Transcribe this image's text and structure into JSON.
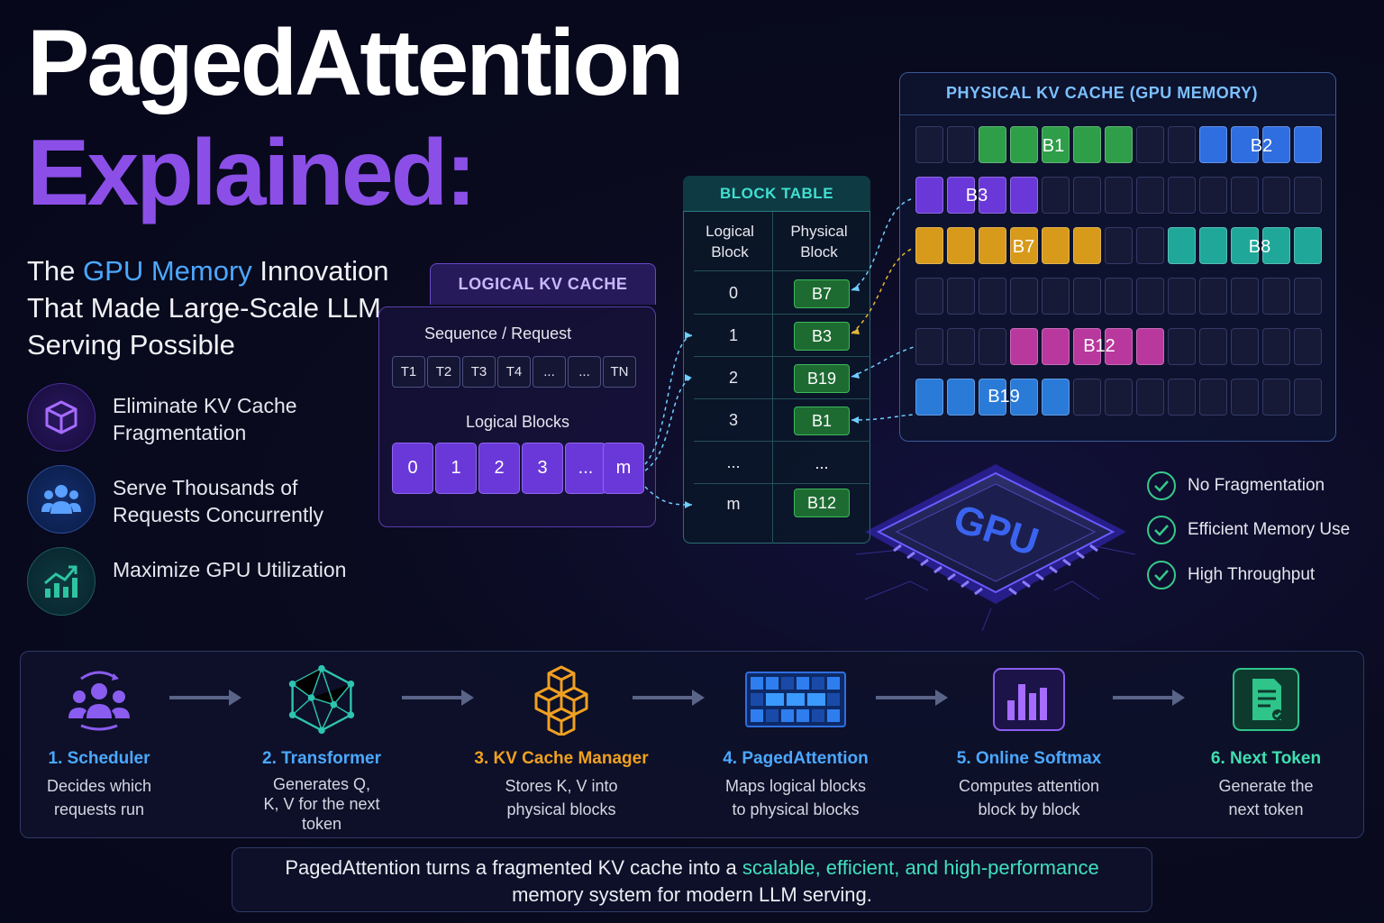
{
  "title": {
    "line1": "PagedAttention",
    "line2": "Explained:"
  },
  "subtitle": {
    "pre": "The ",
    "highlight": "GPU Memory",
    "post": " Innovation That Made Large-Scale LLM Serving Possible"
  },
  "benefits": [
    {
      "icon": "cube-icon",
      "text": "Eliminate KV Cache Fragmentation",
      "color": "#8b4fe8"
    },
    {
      "icon": "users-icon",
      "text": "Serve Thousands of Requests Concurrently",
      "color": "#3a7ee8"
    },
    {
      "icon": "growth-chart-icon",
      "text": "Maximize GPU Utilization",
      "color": "#2ec4a0"
    }
  ],
  "logical_cache": {
    "title": "LOGICAL KV CACHE",
    "sequence_label": "Sequence / Request",
    "tokens": [
      "T1",
      "T2",
      "T3",
      "T4",
      "...",
      "...",
      "TN"
    ],
    "blocks_label": "Logical Blocks",
    "blocks": [
      "0",
      "1",
      "2",
      "3",
      "...",
      "m"
    ]
  },
  "block_table": {
    "title": "BLOCK TABLE",
    "col_logical": "Logical Block",
    "col_physical": "Physical Block",
    "rows": [
      {
        "logical": "0",
        "physical": "B7"
      },
      {
        "logical": "1",
        "physical": "B3"
      },
      {
        "logical": "2",
        "physical": "B19"
      },
      {
        "logical": "3",
        "physical": "B1"
      },
      {
        "logical": "...",
        "physical": "..."
      },
      {
        "logical": "m",
        "physical": "B12"
      }
    ]
  },
  "physical_cache": {
    "title": "PHYSICAL KV CACHE (GPU MEMORY)",
    "block_labels": [
      "B1",
      "B2",
      "B3",
      "B7",
      "B8",
      "B12",
      "B19"
    ],
    "colors": {
      "B1": "#2e9e48",
      "B2": "#2f6ee0",
      "B3": "#6a38d8",
      "B7": "#d89a1a",
      "B8": "#1fa89a",
      "B12": "#b8389e",
      "B19": "#2a7ad8"
    }
  },
  "gpu_label": "GPU",
  "checks": [
    "No Fragmentation",
    "Efficient Memory Use",
    "High Throughput"
  ],
  "pipeline": [
    {
      "icon": "scheduler-icon",
      "title": "1. Scheduler",
      "desc": "Decides which requests run",
      "color": "#4ca8ff"
    },
    {
      "icon": "transformer-network-icon",
      "title": "2. Transformer",
      "desc": "Generates Q, K, V for the next token",
      "color": "#4ca8ff"
    },
    {
      "icon": "stacked-cubes-icon",
      "title": "3. KV Cache Manager",
      "desc": "Stores K, V into physical blocks",
      "color": "#f0a020"
    },
    {
      "icon": "block-grid-icon",
      "title": "4. PagedAttention",
      "desc": "Maps logical blocks to physical blocks",
      "color": "#4ca8ff"
    },
    {
      "icon": "bar-chart-icon",
      "title": "5. Online Softmax",
      "desc": "Computes attention block by block",
      "color": "#4ca8ff"
    },
    {
      "icon": "document-icon",
      "title": "6. Next Token",
      "desc": "Generate the next token",
      "color": "#3fe0b0"
    }
  ],
  "footer": {
    "pre": "PagedAttention turns a fragmented KV cache into a ",
    "highlight": "scalable, efficient, and high-performance",
    "post": " memory system for modern LLM serving."
  }
}
